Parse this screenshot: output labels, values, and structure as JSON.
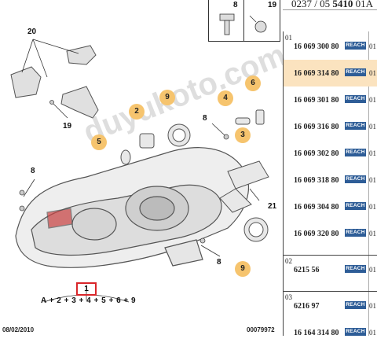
{
  "header": {
    "ref_prefix": "0237 / 05 ",
    "ref_bold": "5410",
    "ref_suffix": " 01A"
  },
  "inset": {
    "left_label": "8",
    "right_label": "19"
  },
  "diagram": {
    "callouts": [
      "2",
      "4",
      "5",
      "6",
      "9",
      "3",
      "9"
    ],
    "plain_numbers": [
      "20",
      "19",
      "8",
      "8",
      "21",
      "8"
    ],
    "main_ref": "1",
    "formula": "A + 2 + 3 + 4 + 5 + 6 + 9",
    "date": "08/02/2010",
    "doc_number": "00079972",
    "watermark": "duyukoto.com"
  },
  "parts": {
    "groups": [
      {
        "label": "01",
        "rows": [
          {
            "part": "16 069 300 80",
            "badge": "REACH",
            "qty": "01",
            "highlighted": false
          },
          {
            "part": "16 069 314 80",
            "badge": "REACH",
            "qty": "01",
            "highlighted": true
          },
          {
            "part": "16 069 301 80",
            "badge": "REACH",
            "qty": "01",
            "highlighted": false
          },
          {
            "part": "16 069 316 80",
            "badge": "REACH",
            "qty": "01",
            "highlighted": false
          },
          {
            "part": "16 069 302 80",
            "badge": "REACH",
            "qty": "01",
            "highlighted": false
          },
          {
            "part": "16 069 318 80",
            "badge": "REACH",
            "qty": "01",
            "highlighted": false
          },
          {
            "part": "16 069 304 80",
            "badge": "REACH",
            "qty": "01",
            "highlighted": false
          },
          {
            "part": "16 069 320 80",
            "badge": "REACH",
            "qty": "01",
            "highlighted": false
          }
        ]
      },
      {
        "label": "02",
        "rows": [
          {
            "part": "6215 56",
            "badge": "REACH",
            "qty": "01",
            "highlighted": false
          }
        ]
      },
      {
        "label": "03",
        "rows": [
          {
            "part": "6216 97",
            "badge": "REACH",
            "qty": "01",
            "highlighted": false
          },
          {
            "part": "16 164 314 80",
            "badge": "REACH",
            "qty": "01",
            "highlighted": false
          }
        ]
      }
    ]
  },
  "colors": {
    "callout_fill": "#f6c46e",
    "highlight_row": "#fbe3bf",
    "reach_badge": "#2e5d97",
    "main_box_border": "#d9262a"
  }
}
